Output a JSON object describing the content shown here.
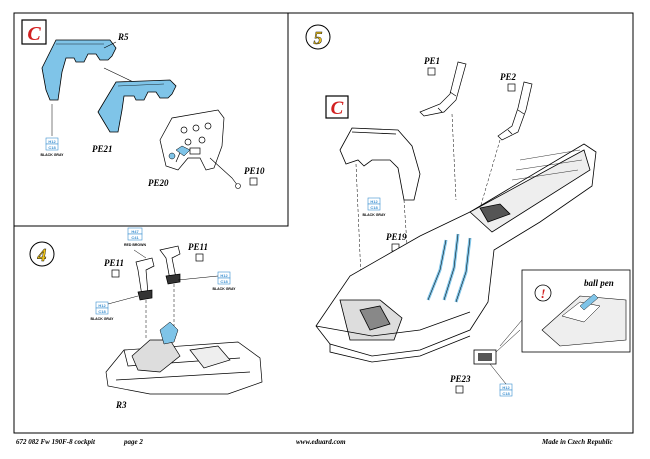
{
  "steps": {
    "step4": "4",
    "step5": "5"
  },
  "markers": {
    "c_top": "C",
    "c_step5": "C"
  },
  "labels": {
    "r5": "R5",
    "r3": "R3",
    "pe1": "PE1",
    "pe2": "PE2",
    "pe10": "PE10",
    "pe11_left": "PE11",
    "pe11_right": "PE11",
    "pe19": "PE19",
    "pe20": "PE20",
    "pe21": "PE21",
    "pe23": "PE23",
    "ball_pen": "ball pen"
  },
  "paint_codes": {
    "c18_top": {
      "h": "H12",
      "c": "C18",
      "name": "BLACK GRAY"
    },
    "c41": {
      "h": "H47",
      "c": "C41",
      "name": "RED BROWN"
    },
    "c18_left": {
      "h": "H12",
      "c": "C18",
      "name": "BLACK GRAY"
    },
    "c18_right": {
      "h": "H12",
      "c": "C18",
      "name": "BLACK GRAY"
    },
    "c18_step5": {
      "h": "H12",
      "c": "C18",
      "name": "BLACK GRAY"
    },
    "c18_pe23": {
      "h": "H12",
      "c": "C18"
    }
  },
  "footer": {
    "left": "672 082  Fw 190F-8 cockpit",
    "page": "page 2",
    "center": "www.eduard.com",
    "right": "Made in Czech Republic"
  },
  "colors": {
    "part_blue": "#7fc4e8",
    "step_number": "#f0c419",
    "marker_red": "#d22020",
    "paint_box": "#3a8fd0"
  }
}
